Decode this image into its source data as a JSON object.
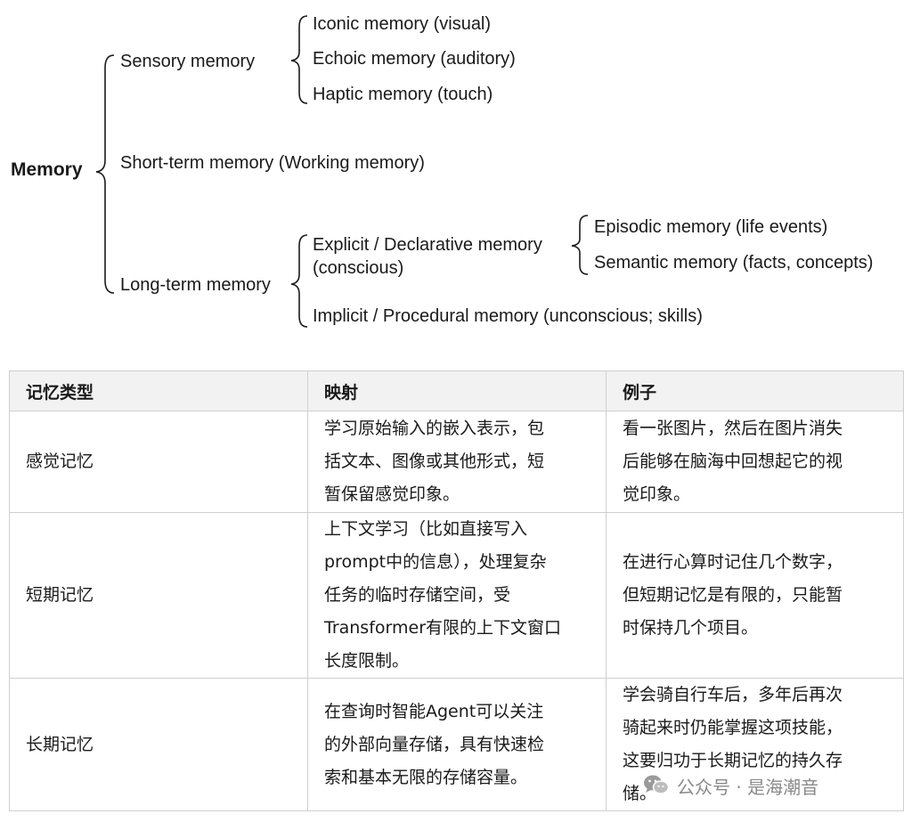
{
  "tree": {
    "root": "Memory",
    "sensory": "Sensory memory",
    "iconic": "Iconic memory (visual)",
    "echoic": "Echoic memory (auditory)",
    "haptic": "Haptic memory (touch)",
    "short_term": "Short-term memory (Working memory)",
    "long_term": "Long-term memory",
    "explicit_line1": "Explicit / Declarative memory",
    "explicit_line2": "(conscious)",
    "episodic": "Episodic memory (life events)",
    "semantic": "Semantic memory (facts, concepts)",
    "implicit": "Implicit / Procedural memory (unconscious; skills)"
  },
  "table": {
    "headers": [
      "记忆类型",
      "映射",
      "例子"
    ],
    "rows": [
      {
        "type": "感觉记忆",
        "mapping": [
          "学习原始输入的嵌入表示，包",
          "括文本、图像或其他形式，短",
          "暂保留感觉印象。"
        ],
        "example": [
          "看一张图片，然后在图片消失",
          "后能够在脑海中回想起它的视",
          "觉印象。"
        ]
      },
      {
        "type": "短期记忆",
        "mapping": [
          "上下文学习（比如直接写入",
          "prompt中的信息），处理复杂",
          "任务的临时存储空间，受",
          "Transformer有限的上下文窗口",
          "长度限制。"
        ],
        "example": [
          "在进行心算时记住几个数字，",
          "但短期记忆是有限的，只能暂",
          "时保持几个项目。"
        ]
      },
      {
        "type": "长期记忆",
        "mapping": [
          "在查询时智能Agent可以关注",
          "的外部向量存储，具有快速检",
          "索和基本无限的存储容量。"
        ],
        "example": [
          "学会骑自行车后，多年后再次",
          "骑起来时仍能掌握这项技能，",
          "这要归功于长期记忆的持久存",
          "储。"
        ]
      }
    ]
  },
  "watermark": {
    "text": "公众号 · 是海潮音",
    "icon": "wechat-icon"
  }
}
